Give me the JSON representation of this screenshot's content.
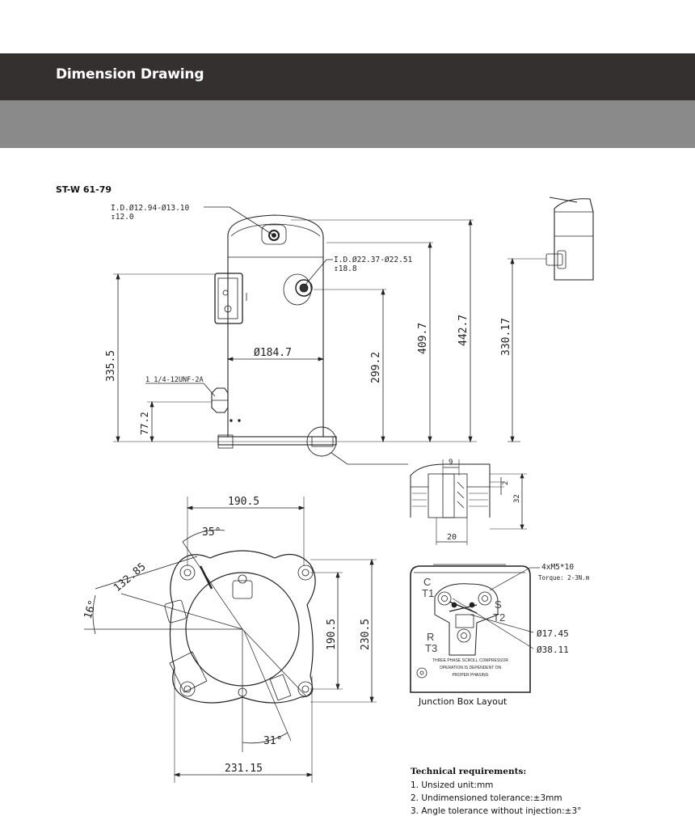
{
  "header": {
    "title": "Dimension Drawing"
  },
  "model_label": "ST-W 61-79",
  "side_view": {
    "suction_id": "I.D.Ø12.94-Ø13.10",
    "suction_depth": "↧12.0",
    "discharge_id": "I.D.Ø22.37-Ø22.51",
    "discharge_depth": "↧18.8",
    "thread": "1 1/4-12UNF-2A",
    "diameter": "Ø184.7",
    "h_335_5": "335.5",
    "h_77_2": "77.2",
    "h_299_2": "299.2",
    "h_409_7": "409.7",
    "h_442_7": "442.7",
    "h_330_17": "330.17"
  },
  "foot_detail": {
    "w_9": "9",
    "h_2": "2",
    "h_32": "32",
    "w_20": "20"
  },
  "top_view": {
    "w_190_5": "190.5",
    "a_35": "35°",
    "r_132_85": "132.85",
    "a_16": "16°",
    "h_190_5": "190.5",
    "h_230_5": "230.5",
    "a_31": "31°",
    "w_231_15": "231.15"
  },
  "junction_box": {
    "caption": "Junction Box Layout",
    "screw": "4xM5*10",
    "torque": "Torque: 2-3N.m",
    "d1": "Ø17.45",
    "d2": "Ø38.11",
    "t_c": "C",
    "t_t1": "T1",
    "t_s": "S",
    "t_t2": "T2",
    "t_r": "R",
    "t_t3": "T3",
    "warning1": "THREE PHASE SCROLL COMPRESSOR",
    "warning2": "OPERATION IS DEPENDENT ON",
    "warning3": "PROPER PHASING"
  },
  "tech_requirements": {
    "title": "Technical requirements:",
    "items": [
      "1. Unsized unit:mm",
      "2. Undimensioned tolerance:±3mm",
      "3. Angle tolerance without injection:±3°"
    ]
  }
}
